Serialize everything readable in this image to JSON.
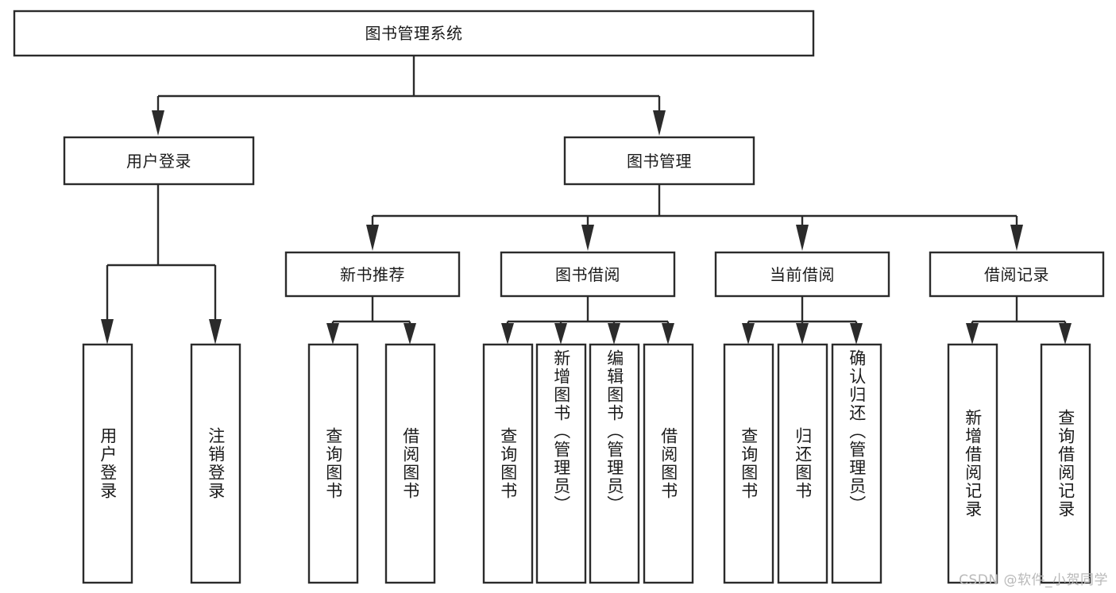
{
  "diagram": {
    "title": "图书管理系统",
    "type": "hierarchy-tree",
    "watermark": "CSDN @软件_小贺同学",
    "colors": {
      "stroke": "#2b2b2b",
      "fill": "#ffffff",
      "text": "#1b1b1b",
      "watermark": "#b9b9b9"
    },
    "levels": {
      "root_label": "图书管理系统",
      "level2": [
        {
          "id": "user-login",
          "label": "用户登录"
        },
        {
          "id": "book-management",
          "label": "图书管理"
        }
      ],
      "level3": [
        {
          "id": "new-book-recommend",
          "label": "新书推荐",
          "parent": "book-management"
        },
        {
          "id": "book-borrow",
          "label": "图书借阅",
          "parent": "book-management"
        },
        {
          "id": "current-borrow",
          "label": "当前借阅",
          "parent": "book-management"
        },
        {
          "id": "borrow-record",
          "label": "借阅记录",
          "parent": "book-management"
        }
      ],
      "leaves": [
        {
          "id": "leaf-user-login",
          "label": "用户登录",
          "parent": "user-login"
        },
        {
          "id": "leaf-logout-login",
          "label": "注销登录",
          "parent": "user-login"
        },
        {
          "id": "leaf-query-book-1",
          "label": "查询图书",
          "parent": "new-book-recommend"
        },
        {
          "id": "leaf-borrow-book-1",
          "label": "借阅图书",
          "parent": "new-book-recommend"
        },
        {
          "id": "leaf-query-book-2",
          "label": "查询图书",
          "parent": "book-borrow"
        },
        {
          "id": "leaf-add-book",
          "label": "新增图书（管理员）",
          "parent": "book-borrow"
        },
        {
          "id": "leaf-edit-book",
          "label": "编辑图书（管理员）",
          "parent": "book-borrow"
        },
        {
          "id": "leaf-borrow-book-2",
          "label": "借阅图书",
          "parent": "book-borrow"
        },
        {
          "id": "leaf-query-book-3",
          "label": "查询图书",
          "parent": "current-borrow"
        },
        {
          "id": "leaf-return-book",
          "label": "归还图书",
          "parent": "current-borrow"
        },
        {
          "id": "leaf-confirm-return",
          "label": "确认归还（管理员）",
          "parent": "current-borrow"
        },
        {
          "id": "leaf-add-record",
          "label": "新增借阅记录",
          "parent": "borrow-record"
        },
        {
          "id": "leaf-query-record",
          "label": "查询借阅记录",
          "parent": "borrow-record"
        }
      ]
    }
  }
}
